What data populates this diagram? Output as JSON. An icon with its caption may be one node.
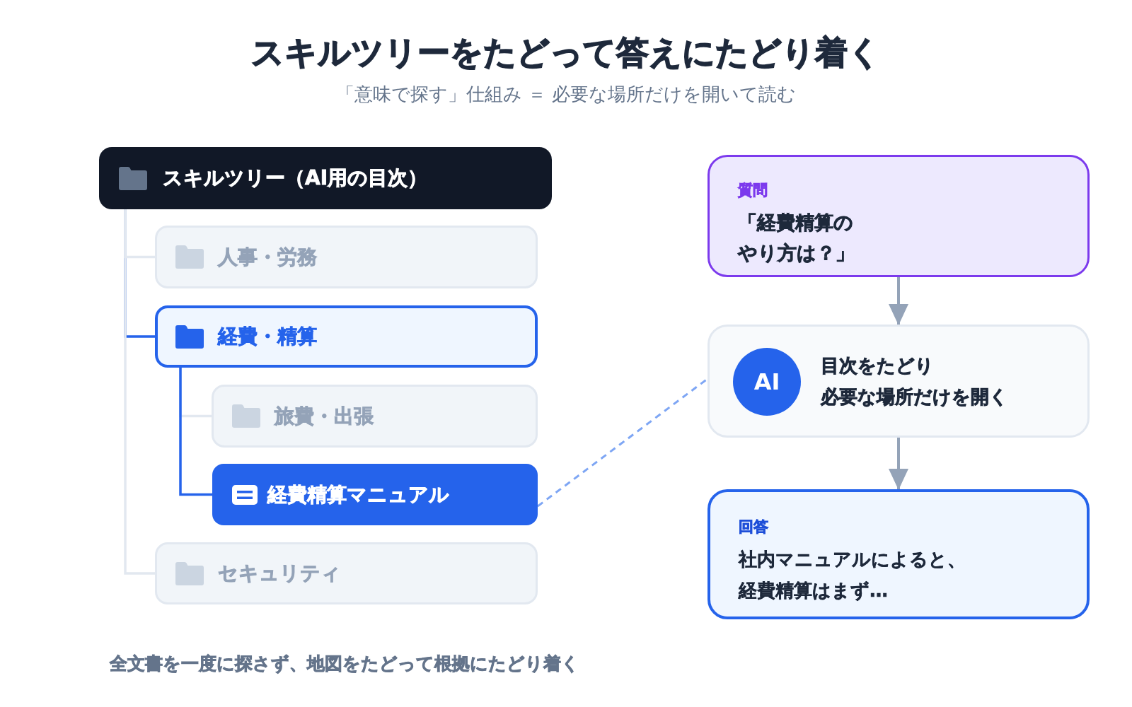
{
  "diagram": {
    "title": "スキルツリーをたどって答えにたどり着く",
    "caption": "全文書を一度に探さず、地図をたどって根拠にたどり着く",
    "nodes": [
      {
        "text": [
          "スキルツリー（AI用の目次）"
        ]
      },
      {
        "text": [
          "人事・労務"
        ]
      },
      {
        "text": [
          "経費・精算"
        ]
      },
      {
        "text": [
          "旅費・出張"
        ]
      },
      {
        "text": [
          "経費精算マニュアル"
        ]
      },
      {
        "text": [
          "セキュリティ"
        ]
      },
      {
        "text": [
          "質問",
          "「経費精算のやり方は？」"
        ]
      },
      {
        "text": [
          "目次をたどり",
          "必要な場所だけを開く"
        ]
      },
      {
        "text": [
          "AI"
        ],
        "in": 7
      },
      {
        "text": [
          "回答",
          "社内マニュアルによると、経費精算はまず…"
        ]
      }
    ],
    "edges": [
      {
        "from": 0,
        "to": 1,
        "arrow": "none"
      },
      {
        "from": 0,
        "to": 2,
        "arrow": "none",
        "color": "#2563eb"
      },
      {
        "from": 2,
        "to": 3,
        "arrow": "none"
      },
      {
        "from": 2,
        "to": 4,
        "arrow": "none",
        "color": "#2563eb"
      },
      {
        "from": 0,
        "to": 5,
        "arrow": "none"
      },
      {
        "from": 4,
        "to": 7,
        "arrow": "none",
        "style": "dashed",
        "color": "#7ea6f4"
      },
      {
        "from": 6,
        "to": 7,
        "arrow": "to",
        "color": "#94a3b8"
      },
      {
        "from": 7,
        "to": 9,
        "arrow": "to",
        "color": "#94a3b8"
      }
    ],
    "labels": [
      "「意味で探す」仕組み ＝ 必要な場所だけを開いて読む"
    ]
  }
}
